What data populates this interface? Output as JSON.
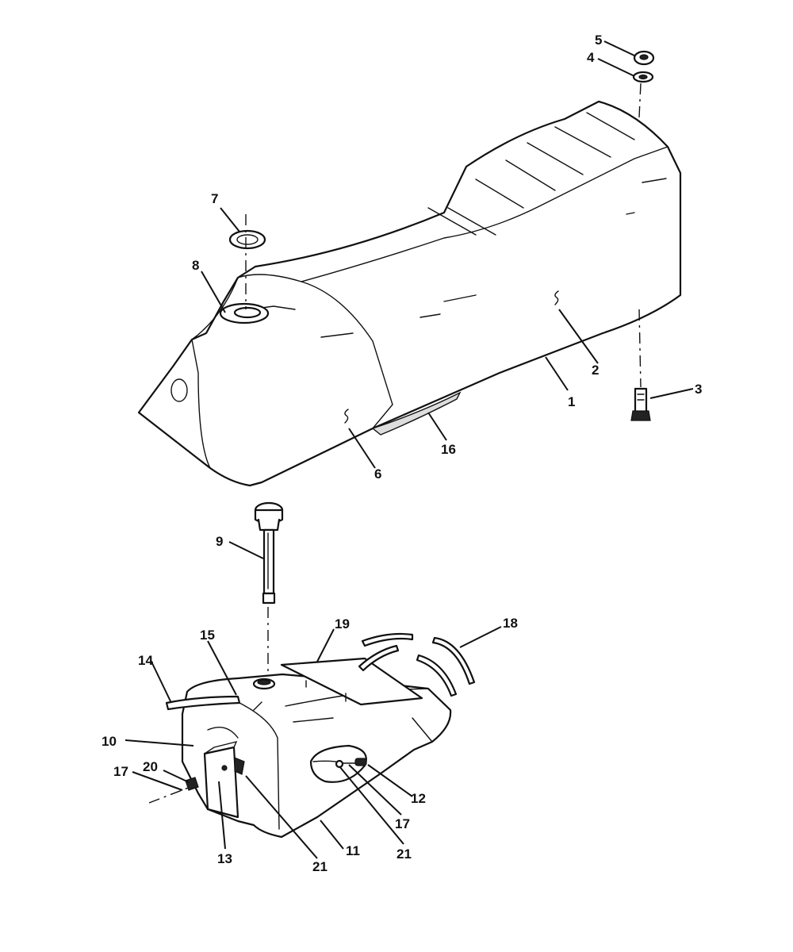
{
  "callouts": {
    "c1": "1",
    "c2": "2",
    "c3": "3",
    "c4": "4",
    "c5": "5",
    "c6": "6",
    "c7": "7",
    "c8": "8",
    "c9": "9",
    "c10": "10",
    "c11": "11",
    "c12": "12",
    "c13": "13",
    "c14": "14",
    "c15": "15",
    "c16": "16",
    "c17a": "17",
    "c17b": "17",
    "c18": "18",
    "c19": "19",
    "c20": "20",
    "c21a": "21",
    "c21b": "21"
  }
}
